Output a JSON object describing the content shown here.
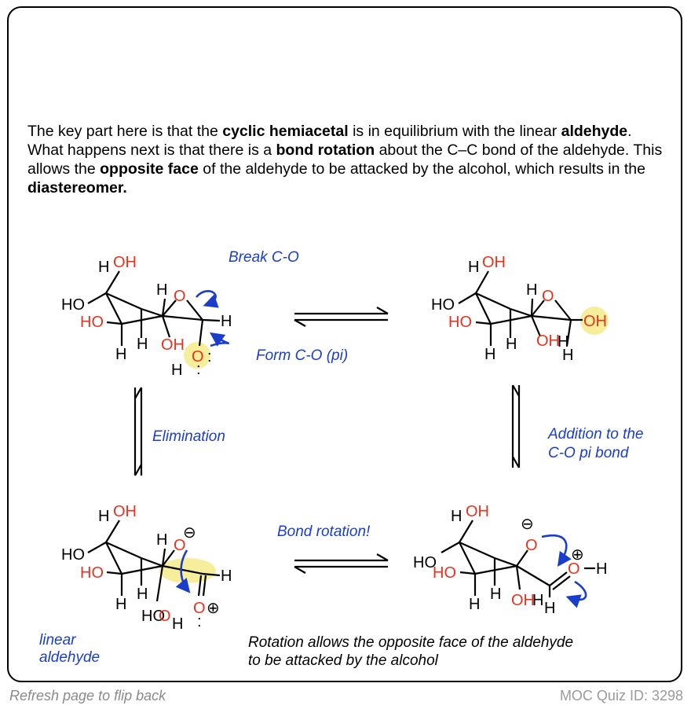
{
  "intro": {
    "s1a": "The key part here is that the ",
    "s1b": "cyclic hemiacetal",
    "s1c": " is in equilibrium with the linear ",
    "s1d": "aldehyde",
    "s1e": ". What happens next is that there is a ",
    "s1f": "bond rotation",
    "s1g": " about the C–C bond of the aldehyde. This allows the ",
    "s1h": "opposite face",
    "s1i": " of the aldehyde to be attacked by the alcohol, which results in the ",
    "s1j": "diastereomer."
  },
  "labels": {
    "break": "Break C-O",
    "form": "Form C-O (pi)",
    "elimination": "Elimination",
    "addition1": "Addition to the",
    "addition2": "C-O pi bond",
    "rotation": "Bond rotation!",
    "linear1": "linear",
    "linear2": "aldehyde",
    "caption1": "Rotation allows the opposite face of the aldehyde",
    "caption2": "to be attacked by the alcohol"
  },
  "atoms": {
    "H": "H",
    "O": "O",
    "OH": "OH",
    "HO": "HO",
    "lone": ":",
    "minus": "⊖",
    "plus": "⊕"
  },
  "colors": {
    "arrow_blue": "#1a3dcc",
    "oxygen_red": "#e8321e",
    "highlight": "#f7ee9c"
  },
  "footer": {
    "left": "Refresh page to flip back",
    "right": "MOC Quiz ID: 3298"
  }
}
